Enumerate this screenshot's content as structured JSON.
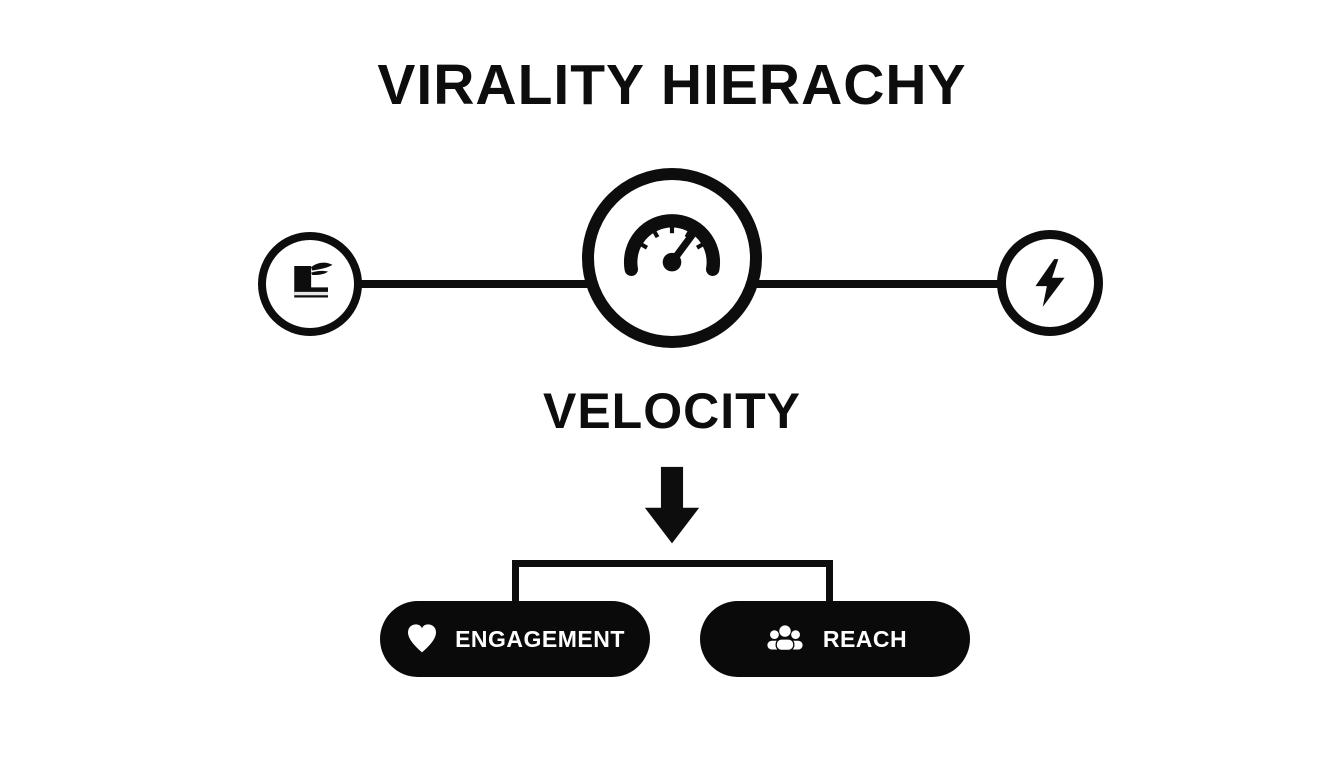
{
  "diagram": {
    "title": "VIRALITY HIERACHY",
    "center_label": "VELOCITY",
    "nodes": [
      {
        "id": "winged-boot",
        "icon": "winged-boot-icon"
      },
      {
        "id": "speedometer",
        "icon": "speedometer-icon"
      },
      {
        "id": "lightning-bolt",
        "icon": "lightning-bolt-icon"
      }
    ],
    "pills": [
      {
        "label": "ENGAGEMENT",
        "icon": "heart-icon"
      },
      {
        "label": "REACH",
        "icon": "people-icon"
      }
    ],
    "colors": {
      "ink": "#0d0d0d",
      "background": "#ffffff",
      "pill_bg": "#0a0a0a",
      "pill_text": "#ffffff"
    }
  }
}
